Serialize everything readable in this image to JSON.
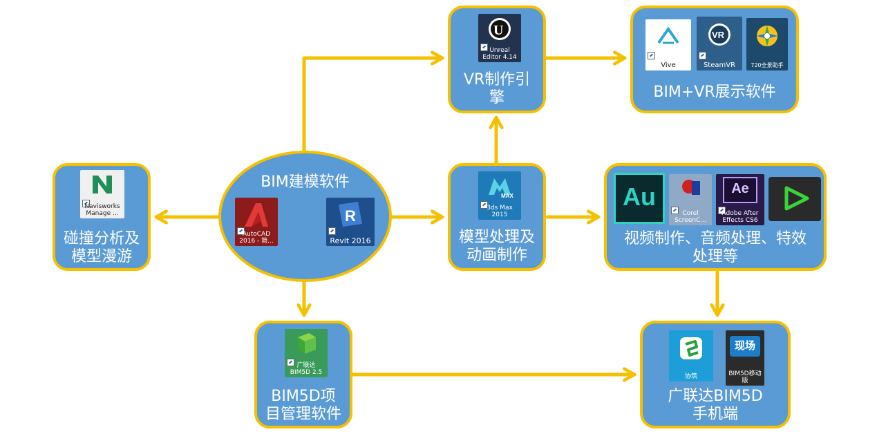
{
  "colors": {
    "node_fill": "#5b9bd5",
    "node_border": "#f5c000",
    "arrow": "#f5c000"
  },
  "nodes": {
    "center": {
      "title": "BIM建模软件",
      "icons": [
        {
          "name": "autocad-icon",
          "label": "AutoCAD\n2016 - 简..."
        },
        {
          "name": "revit-icon",
          "label": "Revit 2016"
        }
      ]
    },
    "clash": {
      "title_line1": "碰撞分析及",
      "title_line2": "模型漫游",
      "icon": {
        "name": "navisworks-icon",
        "glyph": "N",
        "label": "Navisworks\nManage ..."
      }
    },
    "vr_engine": {
      "title_line1": "VR制作引",
      "title_line2": "擎",
      "icon": {
        "name": "unreal-icon",
        "label": "Unreal\nEditor 4.14"
      }
    },
    "vr_show": {
      "title": "BIM+VR展示软件",
      "icons": [
        {
          "name": "vive-icon",
          "label": "Vive"
        },
        {
          "name": "steamvr-icon",
          "glyph": "VR",
          "label": "SteamVR"
        },
        {
          "name": "720-panorama-icon",
          "label": "720全景助手"
        }
      ]
    },
    "model_process": {
      "title_line1": "模型处理及",
      "title_line2": "动画制作",
      "icon": {
        "name": "3ds-max-icon",
        "glyph": "MAX",
        "label": "3ds Max\n2015"
      }
    },
    "video": {
      "title_line1": "视频制作、音频处理、特效",
      "title_line2": "处理等",
      "icons": [
        {
          "name": "audition-icon",
          "glyph": "Au",
          "label": ""
        },
        {
          "name": "corel-screencap-icon",
          "label": "Corel\nScreenC..."
        },
        {
          "name": "after-effects-icon",
          "glyph": "Ae",
          "label": "Adobe After\nEffects CS6"
        },
        {
          "name": "edius-icon",
          "label": ""
        }
      ]
    },
    "bim5d": {
      "title_line1": "BIM5D项",
      "title_line2": "目管理软件",
      "icon": {
        "name": "glodon-bim5d-icon",
        "label": "广联达\nBIM5D 2.5"
      }
    },
    "mobile": {
      "title_line1": "广联达BIM5D",
      "title_line2": "手机端",
      "icons": [
        {
          "name": "xiezhu-icon",
          "label": "协筑"
        },
        {
          "name": "bim5d-mobile-icon",
          "glyph": "现场",
          "label": "BIM5D移动\n版"
        }
      ]
    }
  }
}
